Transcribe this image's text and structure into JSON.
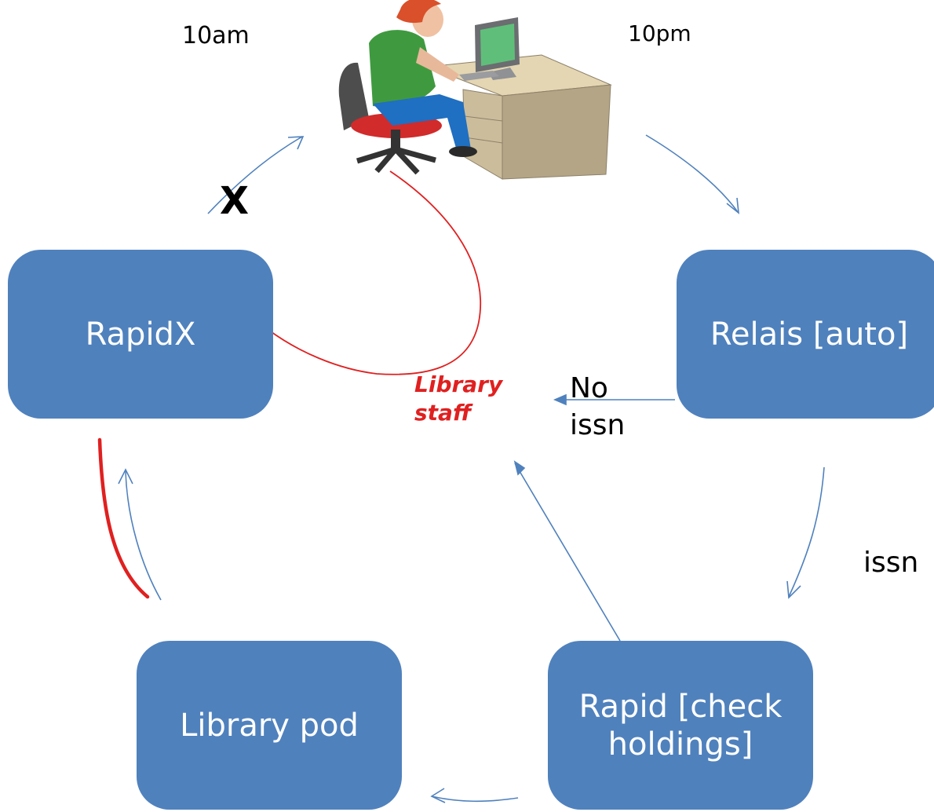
{
  "times": {
    "morning": "10am",
    "evening": "10pm"
  },
  "nodes": {
    "rapidx": "RapidX",
    "relais": "Relais [auto]",
    "rapid": "Rapid [check holdings]",
    "pod": "Library pod"
  },
  "labels": {
    "blocked_mark": "X",
    "no_issn": "No issn",
    "issn": "issn",
    "staff": "Library staff"
  },
  "colors": {
    "box_fill": "#4f81bd",
    "arrow": "#4f81bd",
    "staff_path": "#e02020"
  }
}
